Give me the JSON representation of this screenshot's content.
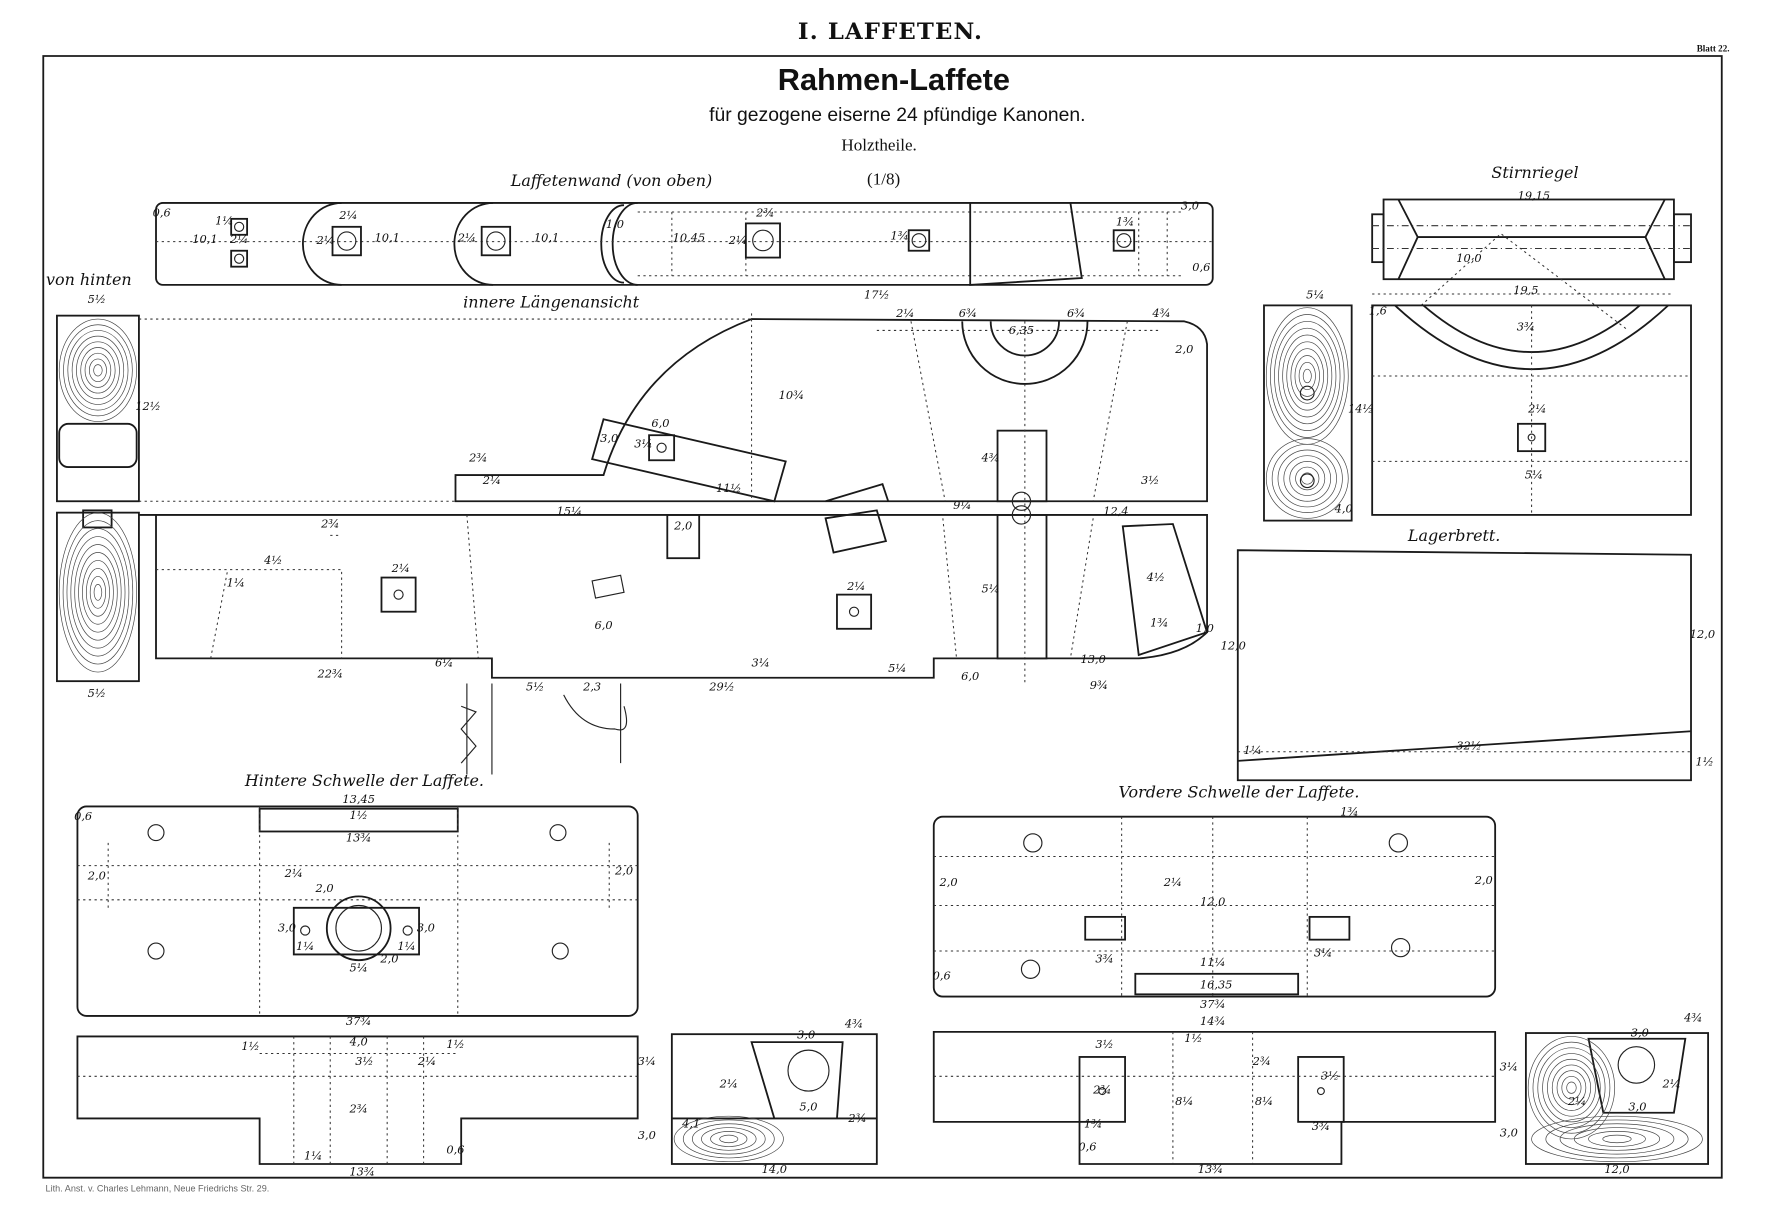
{
  "header": {
    "section_title": "I. LAFFETEN.",
    "sheet_number": "Blatt 22.",
    "title": "Rahmen-Laffete",
    "subtitle": "für gezogene eiserne 24 pfündige Kanonen.",
    "part": "Holztheile.",
    "scale": "(1/8)"
  },
  "views": {
    "top_view": "Laffetenwand (von oben)",
    "rear_view": "von hinten",
    "inner_side_view": "innere Längenansicht",
    "front_transom": "Stirnriegel",
    "bearing_board": "Lagerbrett.",
    "rear_sill": "Hintere Schwelle der Laffete.",
    "front_sill": "Vordere Schwelle der Laffete."
  },
  "dimensions": [
    "0,6",
    "10,1",
    "1¼",
    "2¼",
    "2¼",
    "2¼",
    "10,1",
    "2¼",
    "10,1",
    "1,0",
    "10,45",
    "2¾",
    "2¼",
    "1¾",
    "1¾",
    "3,0",
    "0,6",
    "5½",
    "12½",
    "17½",
    "2¼",
    "6¾",
    "6¾",
    "4¾",
    "6,35",
    "2,0",
    "10¾",
    "6,0",
    "3¼",
    "3,0",
    "2¾",
    "2¼",
    "11½",
    "4¾",
    "15¼",
    "9¼",
    "12,4",
    "3½",
    "2¾",
    "2,0",
    "4½",
    "1¼",
    "2¼",
    "2¼",
    "6,0",
    "5¼",
    "4½",
    "1¾",
    "1,0",
    "22¾",
    "6¼",
    "3¼",
    "5¼",
    "6,0",
    "13,0",
    "5½",
    "2,3",
    "29½",
    "9¾",
    "5½",
    "12,0",
    "12,0",
    "1¼",
    "32½",
    "1½",
    "19,15",
    "10,0",
    "19,5",
    "5¼",
    "1,6",
    "3¾",
    "14½",
    "2¼",
    "5¼",
    "4,0",
    "13,45",
    "1½",
    "13¾",
    "0,6",
    "2,0",
    "2,0",
    "2¼",
    "2,0",
    "3,0",
    "1¼",
    "1¼",
    "3,0",
    "5¼",
    "2,0",
    "37¾",
    "4,0",
    "1½",
    "3½",
    "2¼",
    "1½",
    "2¾",
    "3¼",
    "3,0",
    "1¼",
    "13¾",
    "0,6",
    "3,0",
    "4¾",
    "2¼",
    "5,0",
    "2¾",
    "4,1",
    "14,0",
    "1¾",
    "2,0",
    "2,0",
    "2¼",
    "12,0",
    "3¾",
    "3¼",
    "11¼",
    "0,6",
    "16,35",
    "37¾",
    "14¾",
    "3½",
    "1½",
    "2¾",
    "2¾",
    "3½",
    "8¼",
    "8¼",
    "3¾",
    "1¾",
    "0,6",
    "13¾",
    "3¼",
    "3,0",
    "4¾",
    "3,0",
    "2¼",
    "3,0",
    "2¼",
    "12,0"
  ],
  "footer": {
    "imprint": "Lith. Anst. v. Charles Lehmann, Neue Friedrichs Str. 29."
  }
}
